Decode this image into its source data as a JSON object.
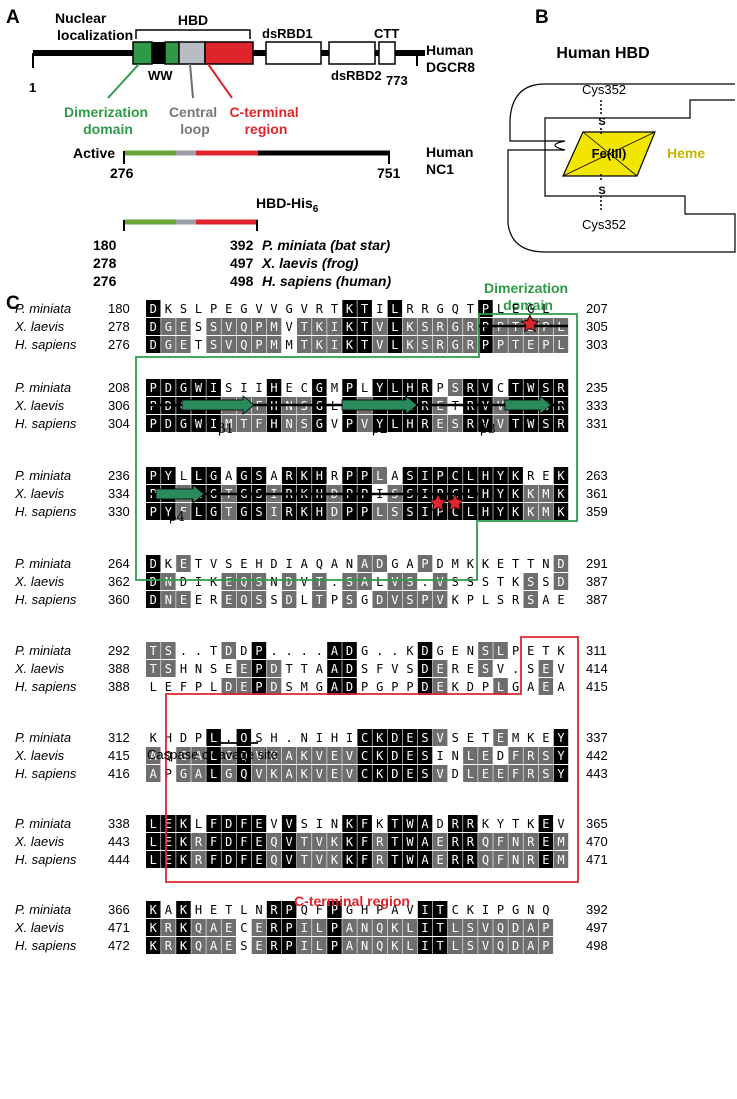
{
  "panels": {
    "a": "A",
    "b": "B",
    "c": "C"
  },
  "colors": {
    "dimerization": "#2e9a47",
    "central_loop": "#9a9ea6",
    "c_terminal": "#e0242c",
    "heme": "#f2e600",
    "heme_label": "#c9b400",
    "identical": "#000000",
    "similar": "#6e6e6e",
    "strand": "#2b8a5c",
    "star": "#e0242c"
  },
  "panel_a": {
    "nuclear_localization": "Nuclear\nlocalization",
    "hbd": "HBD",
    "ww": "WW",
    "dsrbd1": "dsRBD1",
    "dsrbd2": "dsRBD2",
    "ctt": "CTT",
    "dgcr8_start": "1",
    "dgcr8_end": "773",
    "dgcr8_name": "Human\nDGCR8",
    "dimerization_domain": "Dimerization\ndomain",
    "central_loop": "Central\nloop",
    "c_terminal_region": "C-terminal\nregion",
    "active": "Active",
    "nc1_start": "276",
    "nc1_end": "751",
    "nc1_name": "Human\nNC1",
    "hbd_his_base": "HBD-His",
    "hbd_his_sub": "6",
    "constructs": [
      {
        "start": "180",
        "end": "392",
        "species": "P. miniata (bat star)"
      },
      {
        "start": "278",
        "end": "497",
        "species": "X. laevis (frog)"
      },
      {
        "start": "276",
        "end": "498",
        "species": "H. sapiens (human)"
      }
    ]
  },
  "panel_b": {
    "title": "Human HBD",
    "cys_top": "Cys352",
    "cys_bottom": "Cys352",
    "s": "S",
    "fe": "Fe(III)",
    "heme": "Heme"
  },
  "panel_c": {
    "dimerization_label": "Dimerization\ndomain",
    "cterm_label": "C-terminal region",
    "caspase_label": "Caspase cleavage site",
    "strands": [
      "β1",
      "β2",
      "β3",
      "β4"
    ],
    "blocks": [
      {
        "rows": [
          {
            "sp": "P. miniata",
            "start": "180",
            "seq": "DKSLPEGVVGVRTKTILRRGQTPLEGL",
            "end": "207"
          },
          {
            "sp": "X. laevis",
            "start": "278",
            "seq": "DGESSVQPMVTKIKTVLKSRGRPPTEPL",
            "end": "305"
          },
          {
            "sp": "H. sapiens",
            "start": "276",
            "seq": "DGETSVQPMMTKIKTVLKSRGRPPTEPL",
            "end": "303"
          }
        ]
      },
      {
        "rows": [
          {
            "sp": "P. miniata",
            "start": "208",
            "seq": "PDGWISIIHECGMPLYLHRPSRVCTWSR",
            "end": "235"
          },
          {
            "sp": "X. laevis",
            "start": "306",
            "seq": "PDGWIMTFHNSGLPVYLHRETRVVTWSR",
            "end": "333"
          },
          {
            "sp": "H. sapiens",
            "start": "304",
            "seq": "PDGWIMTFHNSGVPVYLHRESRVVTWSR",
            "end": "331"
          }
        ]
      },
      {
        "rows": [
          {
            "sp": "P. miniata",
            "start": "236",
            "seq": "PYLLGAGSARKHRPPLASIPCLHYKREK",
            "end": "263"
          },
          {
            "sp": "X. laevis",
            "start": "334",
            "seq": "PYFLGTGSIRKHDPPISSIPCLHYKKMK",
            "end": "361"
          },
          {
            "sp": "H. sapiens",
            "start": "330",
            "seq": "PYFLGTGSIRKHDPPLSSIPCLHYKKMK",
            "end": "359"
          }
        ]
      },
      {
        "rows": [
          {
            "sp": "P. miniata",
            "start": "264",
            "seq": "DKETVSEHDIAQANADGAPDMKKETTND",
            "end": "291"
          },
          {
            "sp": "X. laevis",
            "start": "362",
            "seq": "DNDIKEQSNDVT.SALVS.VSSSTKSSD",
            "end": "387"
          },
          {
            "sp": "H. sapiens",
            "start": "360",
            "seq": "DNEEREQSSDLTPSGDVSPVKPLSRSAE",
            "end": "387"
          }
        ]
      },
      {
        "rows": [
          {
            "sp": "P. miniata",
            "start": "292",
            "seq": "TS..TDDP....ADG..KDGENSLPETK",
            "end": "311"
          },
          {
            "sp": "X. laevis",
            "start": "388",
            "seq": "TSHNSEEPDTTAADSFVSDERESV.SEV",
            "end": "414"
          },
          {
            "sp": "H. sapiens",
            "start": "388",
            "seq": "LEFPLDEPDSMGADPGPPDEKDPLGAEA",
            "end": "415"
          }
        ]
      },
      {
        "rows": [
          {
            "sp": "P. miniata",
            "start": "312",
            "seq": "KHDPL.QSH.NIHICKDESVSETEMKEY",
            "end": "337"
          },
          {
            "sp": "X. laevis",
            "start": "415",
            "seq": "AQGALGQVKAKVEVCKDESINLEDFRSY",
            "end": "442"
          },
          {
            "sp": "H. sapiens",
            "start": "416",
            "seq": "APGALGQVKAKVEVCKDESVDLEEFRSY",
            "end": "443"
          }
        ]
      },
      {
        "rows": [
          {
            "sp": "P. miniata",
            "start": "338",
            "seq": "LEKLFDFEVVSINKFKTWADRRKYTKEV",
            "end": "365"
          },
          {
            "sp": "X. laevis",
            "start": "443",
            "seq": "LEKRFDFEQVTVKKFRTWAERRQFNREM",
            "end": "470"
          },
          {
            "sp": "H. sapiens",
            "start": "444",
            "seq": "LEKRFDFEQVTVKKFRTWAERRQFNREM",
            "end": "471"
          }
        ]
      },
      {
        "rows": [
          {
            "sp": "P. miniata",
            "start": "366",
            "seq": "KAKHETLNRPQFPGHPAVITCKIPGNQ",
            "end": "392"
          },
          {
            "sp": "X. laevis",
            "start": "471",
            "seq": "KRKQAECERPILPANQKLITLSVQDAP",
            "end": "497"
          },
          {
            "sp": "H. sapiens",
            "start": "472",
            "seq": "KRKQAESERPILPANQKLITLSVQDAP",
            "end": "498"
          }
        ]
      }
    ]
  }
}
